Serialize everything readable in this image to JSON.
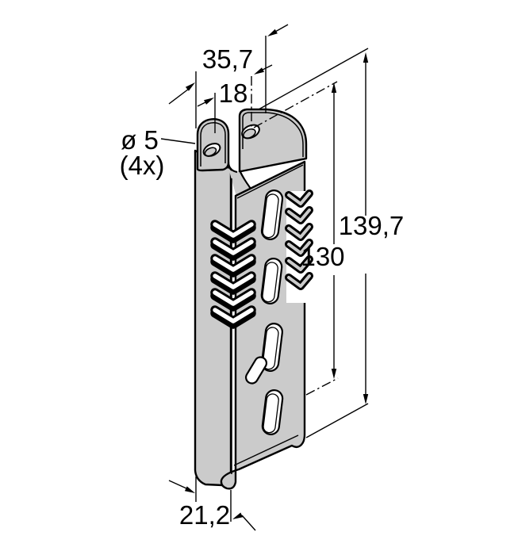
{
  "drawing": {
    "colors": {
      "background": "#ffffff",
      "part_fill": "#cbcbcb",
      "line": "#000000"
    },
    "dimensions": {
      "width": "35,7",
      "hole_spacing": "18",
      "hole_diameter": "ø 5",
      "hole_count": "(4x)",
      "overall_height": "139,7",
      "hole_height": "130",
      "depth": "21,2"
    }
  }
}
